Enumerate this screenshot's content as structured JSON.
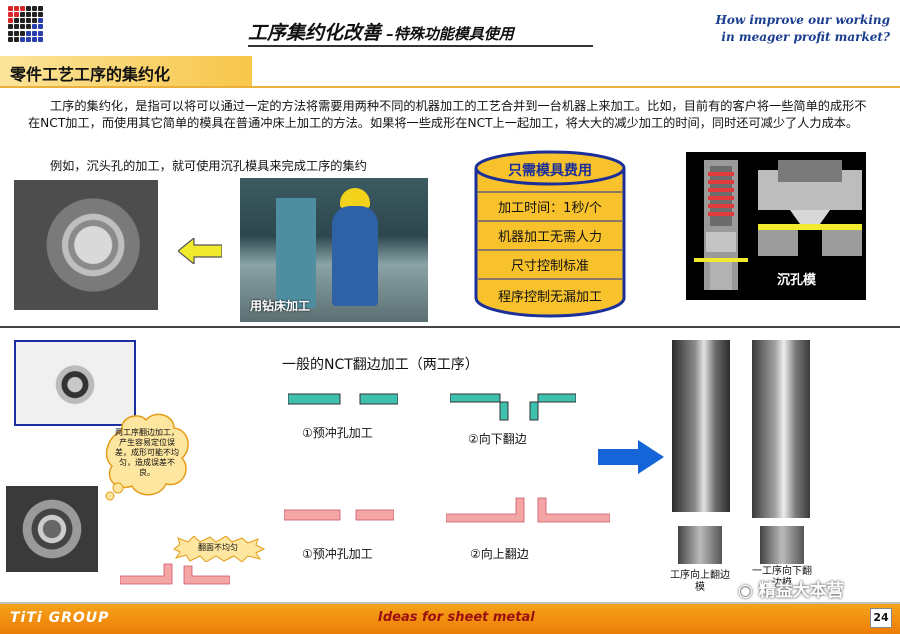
{
  "header": {
    "title_main": "工序集约化改善",
    "title_sub": " –特殊功能模具使用",
    "en_line1": "How improve our working",
    "en_line2": "in meager profit market?"
  },
  "section": {
    "heading": "零件工艺工序的集约化"
  },
  "intro_paragraph": "工序的集约化，是指可以将可以通过一定的方法将需要用两种不同的机器加工的工艺合并到一台机器上来加工。比如，目前有的客户将一些简单的成形不在NCT加工，而使用其它简单的模具在普通冲床上加工的方法。如果将一些成形在NCT上一起加工，将大大的减少加工的时间，同时还可减少了人力成本。",
  "example_text": "例如，沉头孔的加工，就可使用沉孔模具来完成工序的集约",
  "drill_photo_caption": "用钻床加工",
  "cylinder": {
    "heading": "只需模具费用",
    "items": [
      "加工时间：1秒/个",
      "机器加工无需人力",
      "尺寸控制标准",
      "程序控制无漏加工"
    ]
  },
  "mold_caption": "沉孔模",
  "cloud_text": "两工序翻边加工，产生容易定位误差，成形可能不均匀，造成误差不良。",
  "burst_text": "翻面不均匀",
  "nct": {
    "title": "一般的NCT翻边加工（两工序）",
    "step_top_1": "①预冲孔加工",
    "step_top_2": "②向下翻边",
    "step_bottom_1": "①预冲孔加工",
    "step_bottom_2": "②向上翻边"
  },
  "tools": {
    "label_left": "工序向上翻边模",
    "label_right": "一工序向下翻边模"
  },
  "watermark": "精益大本营",
  "footer": {
    "brand": "TiTi GROUP",
    "slogan": "Ideas for sheet metal",
    "page": "24"
  },
  "colors": {
    "accent_orange": "#ec7d06",
    "cylinder_fill": "#f8c22c",
    "profile_teal": "#3fbfae",
    "profile_pink": "#f4a6a6",
    "arrow_blue": "#1565d8",
    "arrow_yellow": "#f2ea2c"
  }
}
